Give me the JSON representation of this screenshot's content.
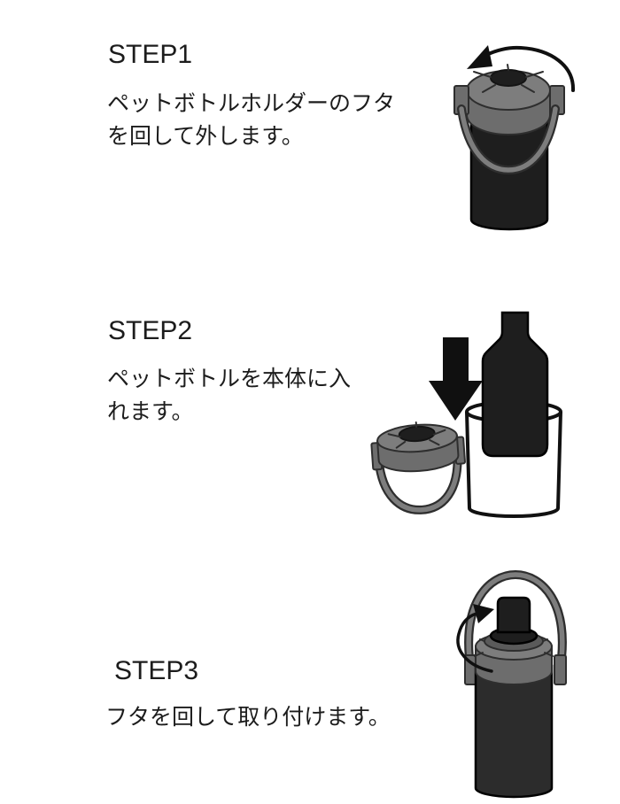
{
  "page": {
    "background": "#ffffff",
    "kind": "pet-bottle-holder-instructions"
  },
  "colors": {
    "page_bg": "#ffffff",
    "text": "#1c1c1c",
    "lid_gray": "#7d7d7d",
    "lid_gray_dark": "#6d6d6d",
    "handle_gray": "#7d7d7d",
    "ring_gray": "#5a5a5a",
    "body_black": "#1e1e1e",
    "body_gray_black": "#2c2c2c",
    "outline_dark": "#2e2e2e",
    "arrow_black": "#101010",
    "container_outline": "#111111"
  },
  "steps": [
    {
      "title": "STEP1",
      "lines": [
        "ペットボトルホルダーのフタ",
        "を回して外します。"
      ],
      "illustration": "holder-with-lid-and-rotation-arrow"
    },
    {
      "title": "STEP2",
      "lines": [
        "ペットボトルを本体に入",
        "れます。"
      ],
      "illustration": "bottle-inserted-into-holder-body"
    },
    {
      "title": "STEP3",
      "lines": [
        "フタを回して取り付けます。"
      ],
      "illustration": "assembled-holder-with-rotation-arrow"
    }
  ]
}
